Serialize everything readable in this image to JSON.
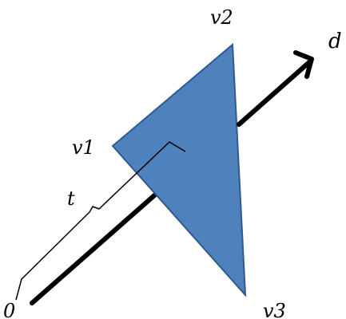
{
  "labels": {
    "v1": "v1",
    "v2": "v2",
    "v3": "v3",
    "t": "t",
    "d": "d",
    "origin": "0"
  },
  "colors": {
    "triangle_fill": "#4F81BD",
    "triangle_stroke": "#2F5A8F",
    "ray": "#000000",
    "bracket": "#000000"
  }
}
